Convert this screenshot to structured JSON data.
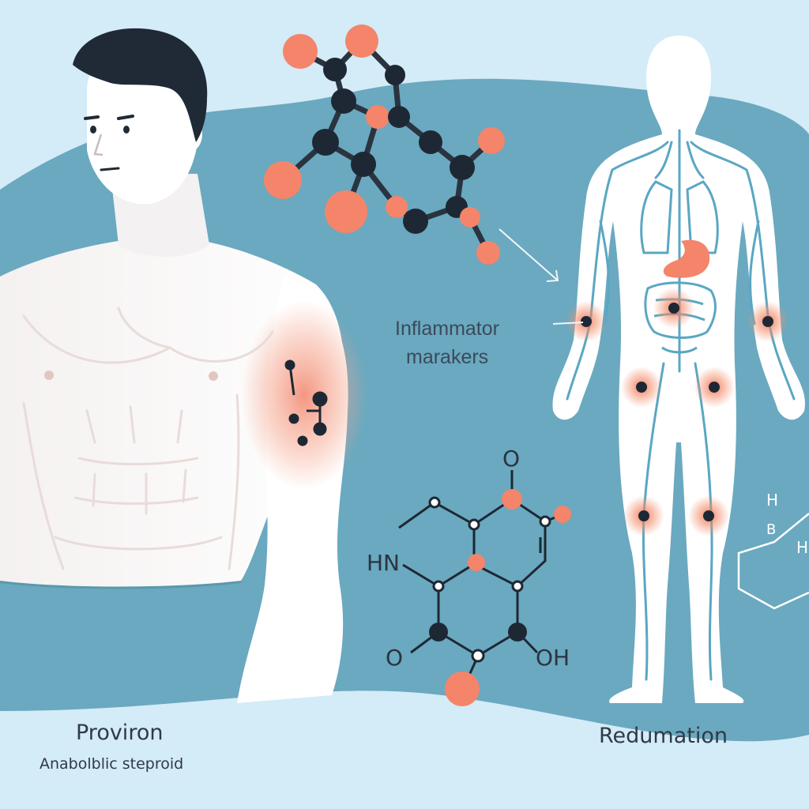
{
  "labels": {
    "product_name": "Proviron",
    "product_subtitle": "Anabolblic steproid",
    "inflammation_line1": "Inflammator",
    "inflammation_line2": "marakers",
    "body_label": "Redumation"
  },
  "molecule_atoms": {
    "o_top": "O",
    "hn": "HN",
    "o_bottom": "O",
    "oh": "OH",
    "h_upper": "H",
    "b": "B",
    "h_lower": "H"
  },
  "colors": {
    "background": "#d4ebf8",
    "teal_blob": "#6aa9c0",
    "skin": "#ffffff",
    "inflammation": "#f08a6a",
    "atom_dark": "#1e2834",
    "atom_orange": "#f4846a",
    "hair": "#1f2a36",
    "shorts": "#6aa9c0"
  }
}
